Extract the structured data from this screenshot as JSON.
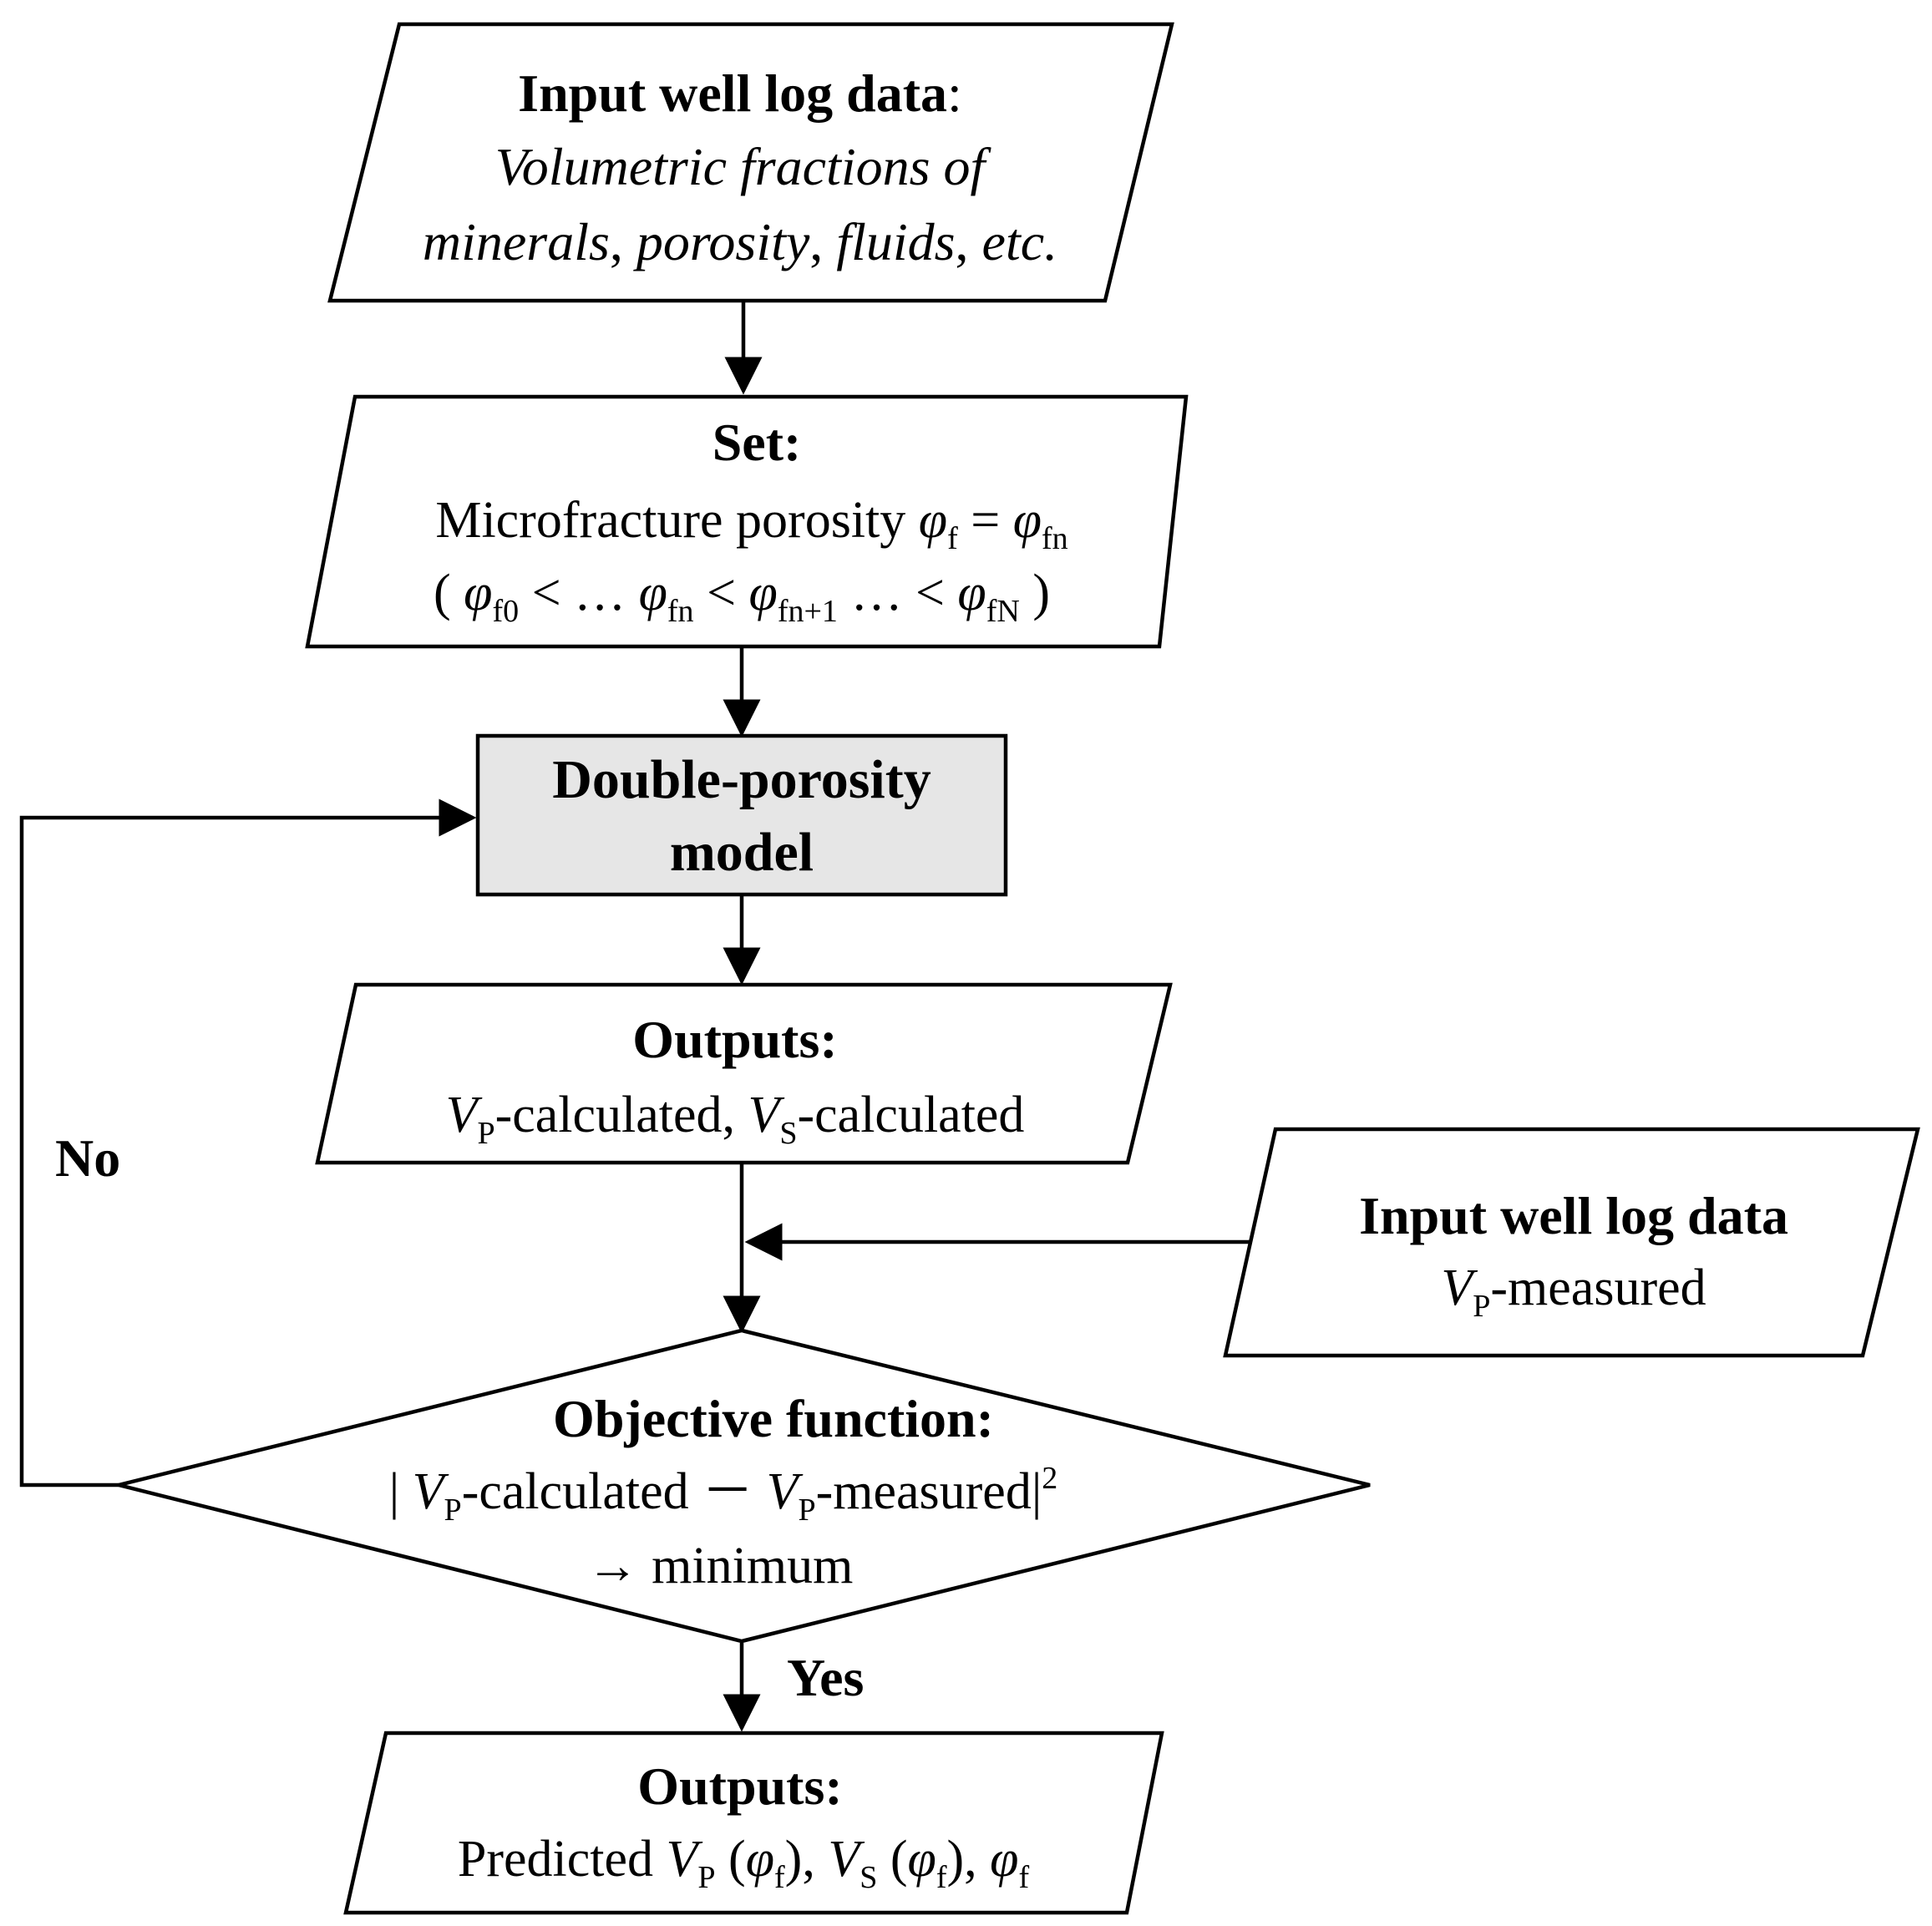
{
  "input_box": {
    "title": "Input well log data",
    "colon": ":",
    "line2": "Volumetric fractions of",
    "line3_a": "minerals",
    "line3_b": ", ",
    "line3_c": "porosity",
    "line3_d": ", ",
    "line3_e": "fluids",
    "line3_f": ", ",
    "line3_g": "etc."
  },
  "set_box": {
    "title": "Set:",
    "line2_text": "Microfracture porosity ",
    "phi": "φ",
    "sub_f": "f",
    "equals": " = ",
    "sub_fn": "fn",
    "line3_open": "( ",
    "sub_f0": "f0",
    "lt_dots": " < … ",
    "lt": " < ",
    "sub_fn1": "fn+1",
    "dots_lt": " … < ",
    "sub_fN": "fN",
    "line3_close": " )"
  },
  "model_box": {
    "line1": "Double-porosity",
    "line2": "model"
  },
  "outputs_box": {
    "title": "Outputs:",
    "v": "V",
    "sub_p": "P",
    "calc1": "-calculated, ",
    "sub_s": "S",
    "calc2": "-calculated"
  },
  "measured_box": {
    "title": "Input well log data",
    "v": "V",
    "sub_p": "P",
    "measured": "-measured"
  },
  "objective": {
    "title": "Objective function:",
    "bar": "| ",
    "v": "V",
    "sub_p": "P",
    "calc": "-calculated  －  ",
    "measured": "-measured|",
    "sup2": "2",
    "line3": "→  minimum"
  },
  "final_box": {
    "title": "Outputs:",
    "predicted": "Predicted ",
    "v": "V",
    "sub_p": "P",
    "sub_s": "S",
    "open": " (",
    "phi": "φ",
    "sub_f": "f",
    "close_comma": "), ",
    "comma": ", "
  },
  "labels": {
    "no": "No",
    "yes": "Yes"
  }
}
